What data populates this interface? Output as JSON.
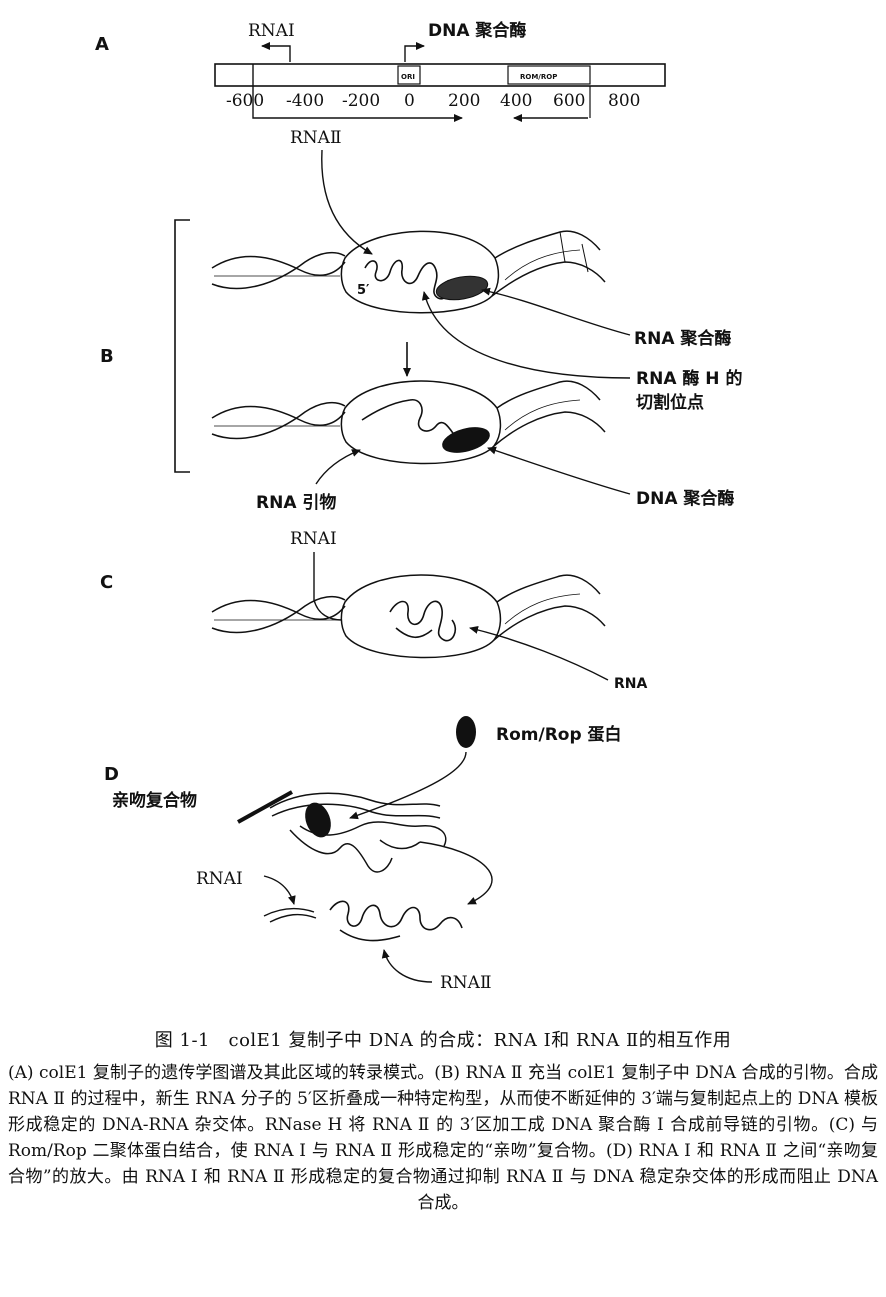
{
  "panels": {
    "a": {
      "letter": "A",
      "rnai": "RNAⅠ",
      "dna_pol": "DNA 聚合酶",
      "ori": "ORI",
      "rom": "ROM/ROP",
      "ticks": [
        "-600",
        "-400",
        "-200",
        "0",
        "200",
        "400",
        "600",
        "800"
      ],
      "rnaii": "RNAⅡ"
    },
    "b": {
      "letter": "B",
      "five_prime": "5′",
      "rna_pol": "RNA 聚合酶",
      "rnase_h_line1": "RNA 酶 H 的",
      "rnase_h_line2": "切割位点",
      "primer": "RNA 引物",
      "dna_pol": "DNA 聚合酶"
    },
    "c": {
      "letter": "C",
      "rnai": "RNAⅠ",
      "rna": "RNA"
    },
    "d": {
      "letter": "D",
      "rom_protein": "Rom/Rop 蛋白",
      "kissing": "亲吻复合物",
      "rnai": "RNAⅠ",
      "rnaii": "RNAⅡ"
    }
  },
  "caption": {
    "title": "图 1-1　colE1 复制子中 DNA 的合成：RNA Ⅰ和 RNA Ⅱ的相互作用",
    "body": "(A) colE1 复制子的遗传学图谱及其此区域的转录模式。(B) RNA Ⅱ 充当 colE1 复制子中 DNA 合成的引物。合成 RNA Ⅱ 的过程中，新生 RNA 分子的 5′区折叠成一种特定构型，从而使不断延伸的 3′端与复制起点上的 DNA 模板形成稳定的 DNA-RNA 杂交体。RNase H 将 RNA Ⅱ 的 3′区加工成 DNA 聚合酶 Ⅰ 合成前导链的引物。(C) 与 Rom/Rop 二聚体蛋白结合，使 RNA Ⅰ 与 RNA Ⅱ 形成稳定的“亲吻”复合物。(D) RNA Ⅰ 和 RNA Ⅱ 之间“亲吻复合物”的放大。由 RNA Ⅰ 和 RNA Ⅱ 形成稳定的复合物通过抑制 RNA Ⅱ 与 DNA 稳定杂交体的形成而阻止 DNA 合成。"
  }
}
